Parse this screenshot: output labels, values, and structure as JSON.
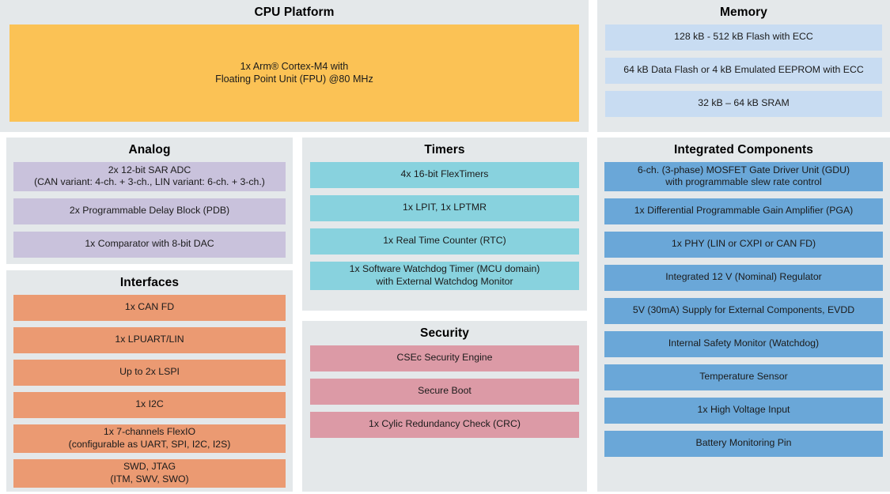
{
  "palette": {
    "page_background": "#ffffff",
    "panel_background": "#e4e8ea",
    "cpu_block": "#fbc255",
    "memory_block": "#c8dcf2",
    "analog_block": "#c9c2dc",
    "interfaces_block": "#eb9a72",
    "timers_block": "#88d2de",
    "security_block": "#dc9aa6",
    "integrated_block": "#6aa7d8",
    "text": "#1b1b1b"
  },
  "sections": {
    "cpu_platform": {
      "title": "CPU Platform",
      "blocks": [
        {
          "text": "1x Arm® Cortex-M4 with\nFloating Point Unit (FPU) @80 MHz",
          "lines": 2
        }
      ]
    },
    "memory": {
      "title": "Memory",
      "blocks": [
        {
          "text": "128 kB - 512 kB Flash with ECC",
          "lines": 1
        },
        {
          "text": "64 kB Data Flash or 4 kB Emulated EEPROM with ECC",
          "lines": 1
        },
        {
          "text": "32 kB – 64 kB SRAM",
          "lines": 1
        }
      ]
    },
    "analog": {
      "title": "Analog",
      "blocks": [
        {
          "text": "2x 12-bit SAR ADC\n(CAN variant: 4-ch. + 3-ch., LIN variant: 6-ch. + 3-ch.)",
          "lines": 2
        },
        {
          "text": "2x Programmable Delay Block (PDB)",
          "lines": 1
        },
        {
          "text": "1x Comparator with 8-bit DAC",
          "lines": 1
        }
      ]
    },
    "interfaces": {
      "title": "Interfaces",
      "blocks": [
        {
          "text": "1x CAN FD",
          "lines": 1
        },
        {
          "text": "1x LPUART/LIN",
          "lines": 1
        },
        {
          "text": "Up to 2x LSPI",
          "lines": 1
        },
        {
          "text": "1x I2C",
          "lines": 1
        },
        {
          "text": "1x 7-channels FlexIO\n(configurable as UART, SPI, I2C, I2S)",
          "lines": 2
        },
        {
          "text": "SWD, JTAG\n(ITM, SWV, SWO)",
          "lines": 2
        }
      ]
    },
    "timers": {
      "title": "Timers",
      "blocks": [
        {
          "text": "4x 16-bit FlexTimers",
          "lines": 1
        },
        {
          "text": "1x LPIT, 1x LPTMR",
          "lines": 1
        },
        {
          "text": "1x Real Time Counter (RTC)",
          "lines": 1
        },
        {
          "text": "1x Software Watchdog Timer (MCU domain)\nwith External Watchdog Monitor",
          "lines": 2
        }
      ]
    },
    "security": {
      "title": "Security",
      "blocks": [
        {
          "text": "CSEc Security Engine",
          "lines": 1
        },
        {
          "text": "Secure Boot",
          "lines": 1
        },
        {
          "text": "1x Cylic Redundancy Check (CRC)",
          "lines": 1
        }
      ]
    },
    "integrated_components": {
      "title": "Integrated Components",
      "blocks": [
        {
          "text": "6-ch. (3-phase) MOSFET Gate Driver Unit (GDU)\nwith programmable slew rate control",
          "lines": 2
        },
        {
          "text": "1x Differential Programmable Gain Amplifier (PGA)",
          "lines": 1
        },
        {
          "text": "1x PHY (LIN or CXPI or CAN FD)",
          "lines": 1
        },
        {
          "text": "Integrated 12 V (Nominal) Regulator",
          "lines": 1
        },
        {
          "text": "5V (30mA) Supply for External Components, EVDD",
          "lines": 1
        },
        {
          "text": "Internal Safety Monitor (Watchdog)",
          "lines": 1
        },
        {
          "text": "Temperature Sensor",
          "lines": 1
        },
        {
          "text": "1x High Voltage Input",
          "lines": 1
        },
        {
          "text": "Battery Monitoring Pin",
          "lines": 1
        }
      ]
    }
  }
}
